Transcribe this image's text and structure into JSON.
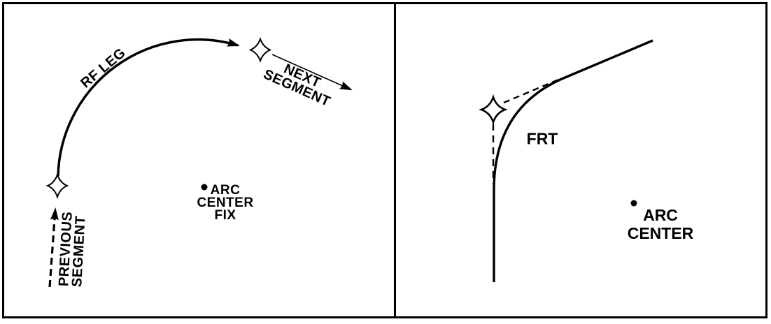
{
  "figure": {
    "type": "diagram",
    "description_left": "RF leg: arc path between two waypoints around an arc center fix",
    "description_right": "FRT: fixed radius transition between two straight segments",
    "colors": {
      "ink": "#000000",
      "background": "#ffffff",
      "waypoint_fill": "#ffffff"
    }
  },
  "left_panel": {
    "labels": {
      "rf_leg": "RF LEG",
      "next_segment": "NEXT\nSEGMENT",
      "previous_segment": "PREVIOUS\nSEGMENT",
      "arc_center_fix": "ARC\nCENTER\nFIX"
    },
    "icons": [
      "waypoint-star-icon",
      "waypoint-star-icon",
      "arc-center-dot-icon",
      "arrowhead-icon"
    ]
  },
  "right_panel": {
    "labels": {
      "frt": "FRT",
      "arc_center": "ARC\nCENTER"
    },
    "icons": [
      "waypoint-star-icon",
      "arc-center-dot-icon"
    ]
  }
}
